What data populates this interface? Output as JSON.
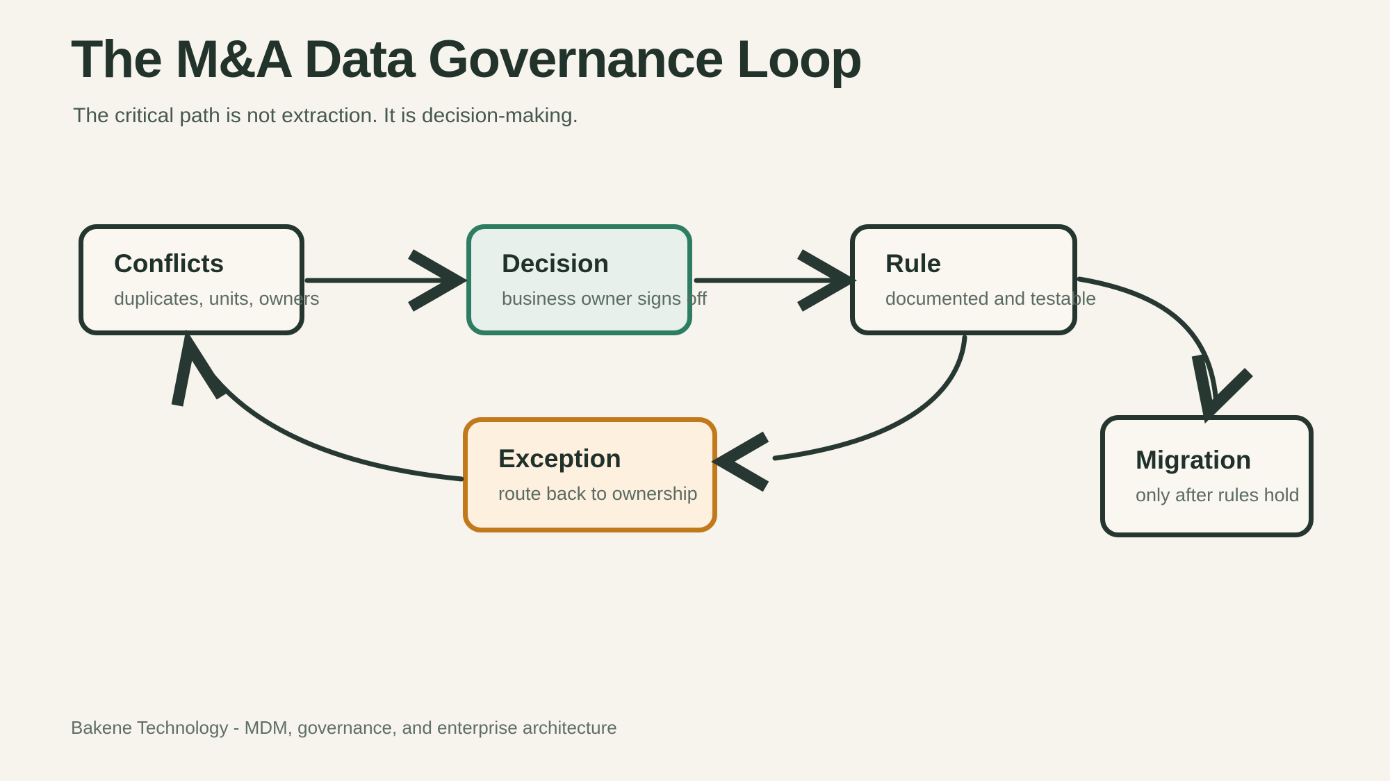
{
  "header": {
    "title": "The M&A Data Governance Loop",
    "subtitle": "The critical path is not extraction. It is decision-making."
  },
  "footer": {
    "text": "Bakene Technology - MDM, governance, and enterprise architecture"
  },
  "colors": {
    "background": "#f6f4ed",
    "ink": "#24362f",
    "muted": "#5b6b63",
    "teal_border": "#2e7d63",
    "teal_fill": "#e7f0ea",
    "orange_border": "#c1791c",
    "orange_fill": "#fdf0df",
    "box_fill": "#f9f7f0"
  },
  "nodes": [
    {
      "id": "conflicts",
      "title": "Conflicts",
      "subtitle": "duplicates, units, owners",
      "variant": "neutral"
    },
    {
      "id": "decision",
      "title": "Decision",
      "subtitle": "business owner signs off",
      "variant": "teal"
    },
    {
      "id": "rule",
      "title": "Rule",
      "subtitle": "documented and testable",
      "variant": "neutral"
    },
    {
      "id": "exception",
      "title": "Exception",
      "subtitle": "route back to ownership",
      "variant": "orange"
    },
    {
      "id": "migration",
      "title": "Migration",
      "subtitle": "only after rules hold",
      "variant": "neutral"
    }
  ],
  "edges": [
    {
      "from": "conflicts",
      "to": "decision"
    },
    {
      "from": "decision",
      "to": "rule"
    },
    {
      "from": "rule",
      "to": "migration"
    },
    {
      "from": "rule",
      "to": "exception"
    },
    {
      "from": "exception",
      "to": "conflicts"
    }
  ]
}
